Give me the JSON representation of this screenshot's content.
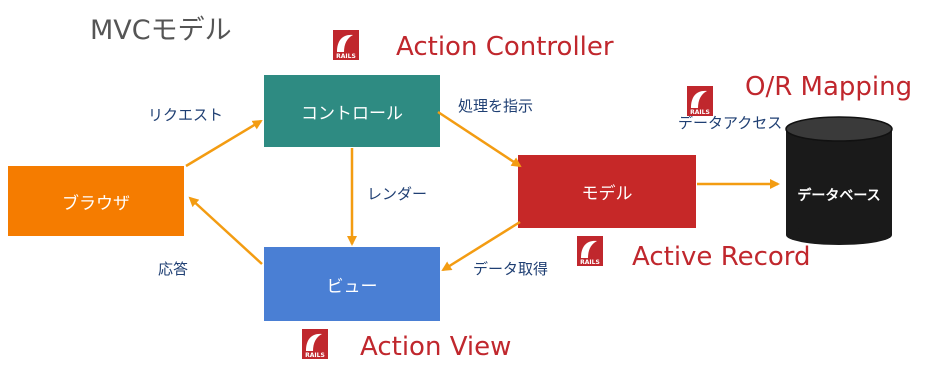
{
  "title": "MVCモデル",
  "boxes": {
    "browser": "ブラウザ",
    "controller": "コントロール",
    "view": "ビュー",
    "model": "モデル",
    "database": "データベース"
  },
  "labels": {
    "request": "リクエスト",
    "response": "応答",
    "instruct": "処理を指示",
    "render": "レンダー",
    "fetch": "データ取得",
    "data_access": "データアクセス"
  },
  "rails": {
    "action_controller": "Action Controller",
    "or_mapping": "O/R Mapping",
    "active_record": "Active Record",
    "action_view": "Action View",
    "logo_text": "RAILS"
  },
  "colors": {
    "browser": "#f57c00",
    "controller": "#2e8b82",
    "view": "#4a7fd4",
    "model": "#c62828",
    "database": "#1a1a1a",
    "arrow": "#f39c12",
    "rails_text": "#c0272d"
  }
}
